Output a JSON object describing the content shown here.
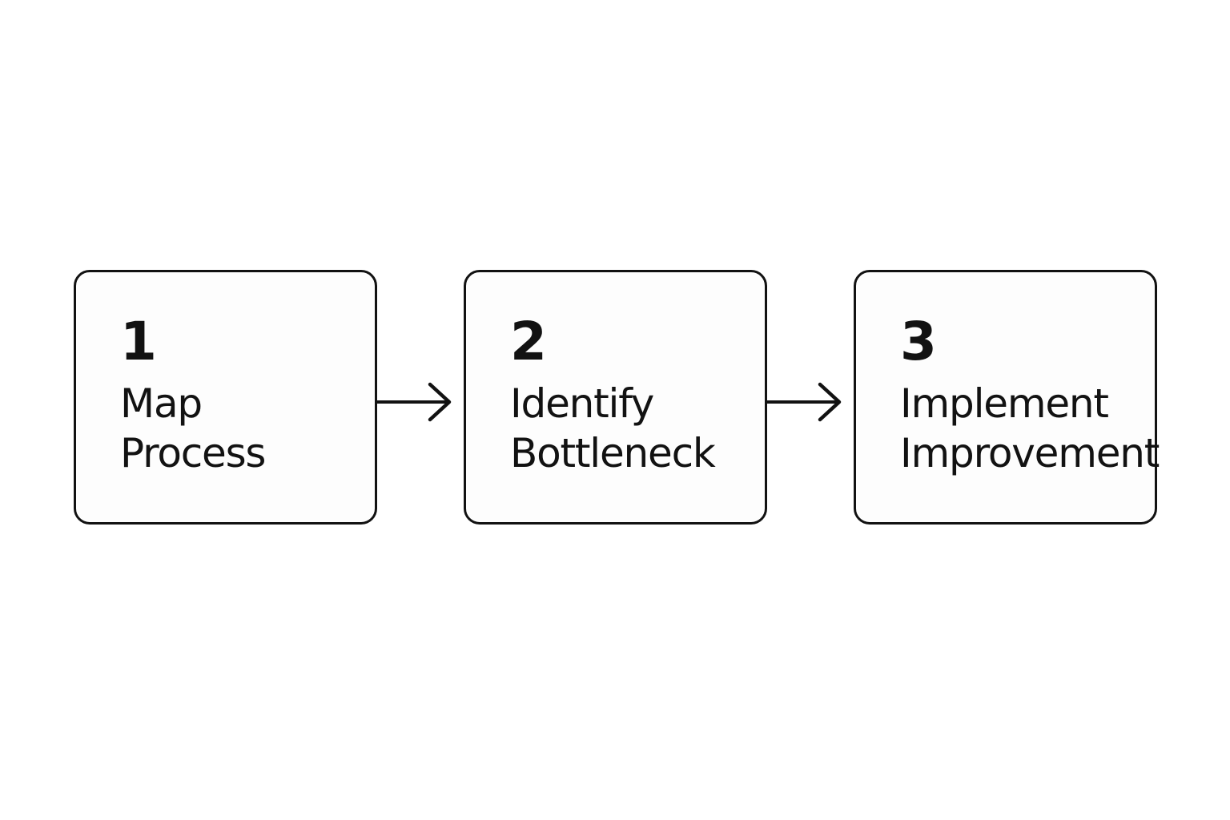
{
  "page": {
    "background_color": "#ffffff"
  },
  "diagram": {
    "type": "process-flow",
    "direction": "left-to-right",
    "connector_style": "arrow-right",
    "colors": {
      "box_border": "#121212",
      "box_fill": "#fdfdfd",
      "text": "#121212",
      "arrow": "#121212"
    },
    "steps": [
      {
        "number": "1",
        "label": "Map Process",
        "lines": [
          "Map",
          "Process"
        ]
      },
      {
        "number": "2",
        "label": "Identify Bottleneck",
        "lines": [
          "Identify",
          "Bottleneck"
        ]
      },
      {
        "number": "3",
        "label": "Implement Improvement",
        "lines": [
          "Implement",
          "Improvement"
        ]
      }
    ]
  }
}
